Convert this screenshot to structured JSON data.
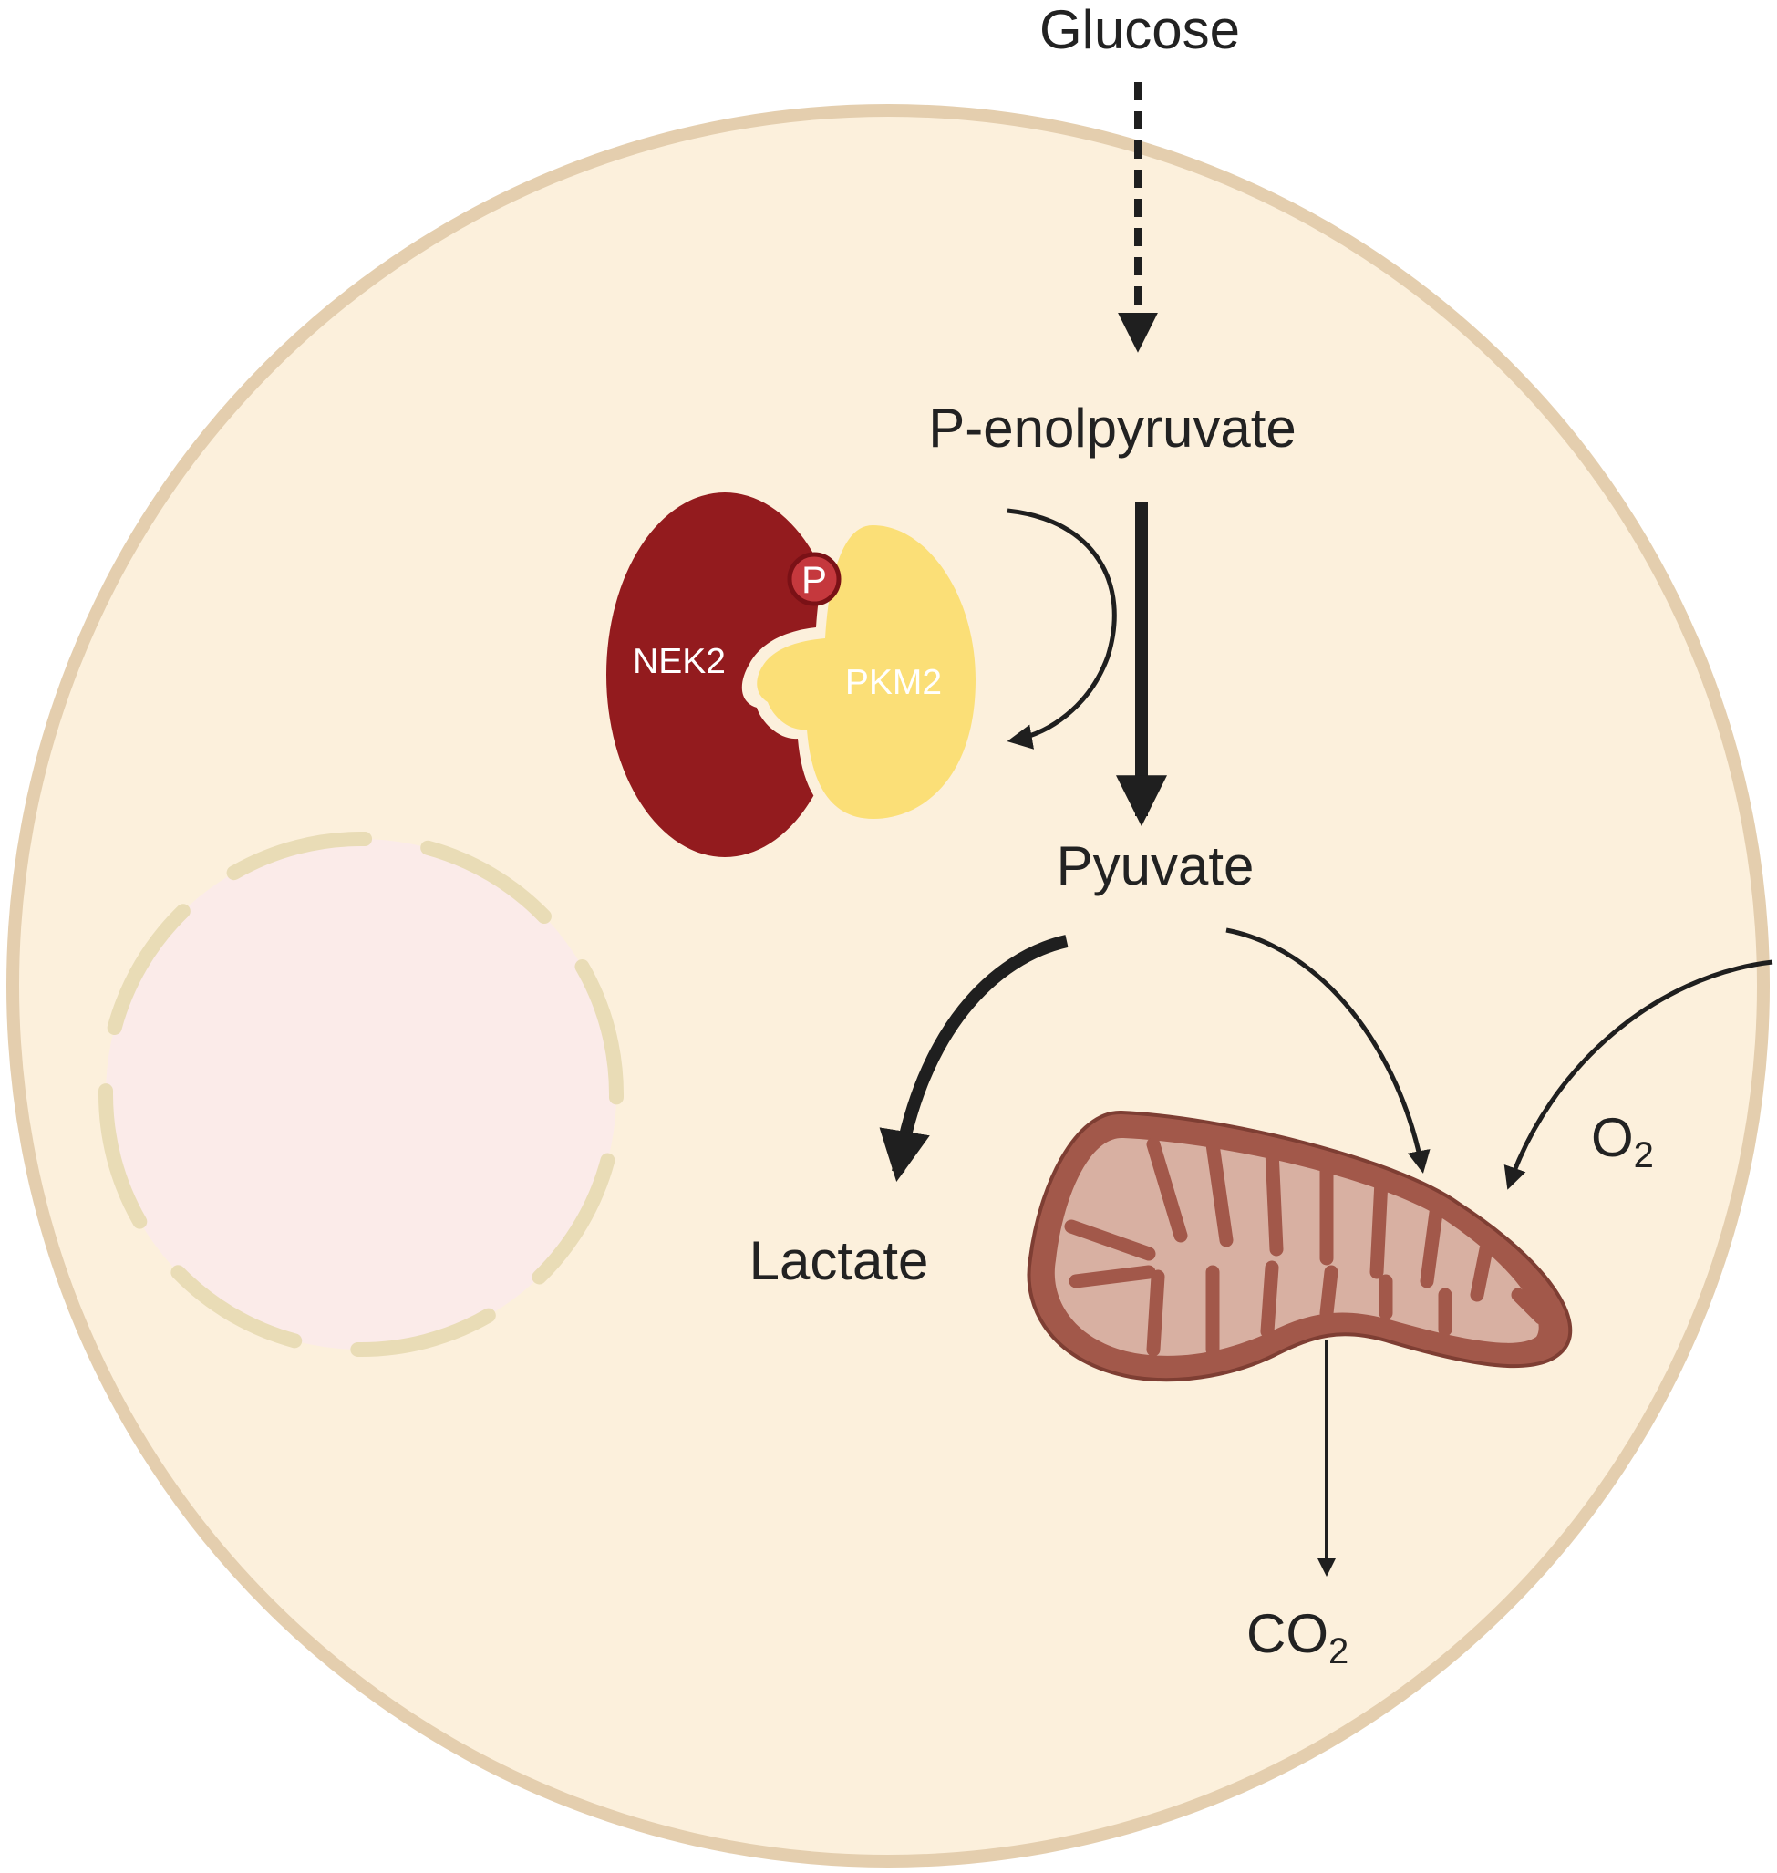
{
  "labels": {
    "glucose": "Glucose",
    "penolpyruvate": "P-enolpyruvate",
    "nek2": "NEK2",
    "pkm2": "PKM2",
    "phospho": "P",
    "pyruvate": "Pyuvate",
    "lactate": "Lactate",
    "o2_base": "O",
    "o2_sub": "2",
    "co2_base": "CO",
    "co2_sub": "2"
  },
  "colors": {
    "cell_fill": "#fcf0dc",
    "cell_membrane": "#e4ceae",
    "nucleus_fill": "#fbebe9",
    "nuclear_envelope": "#e9dcb6",
    "nek2": "#931b1e",
    "pkm2": "#fbdf77",
    "phospho_fill": "#c5383d",
    "mito_outer": "#a2584a",
    "mito_inner": "#d8b0a2",
    "arrow": "#1f1f1f"
  },
  "icons": {
    "cell": "cell-icon",
    "nucleus": "nucleus-icon",
    "mitochondrion": "mitochondrion-icon",
    "complex": "nek2-pkm2-complex-icon"
  }
}
